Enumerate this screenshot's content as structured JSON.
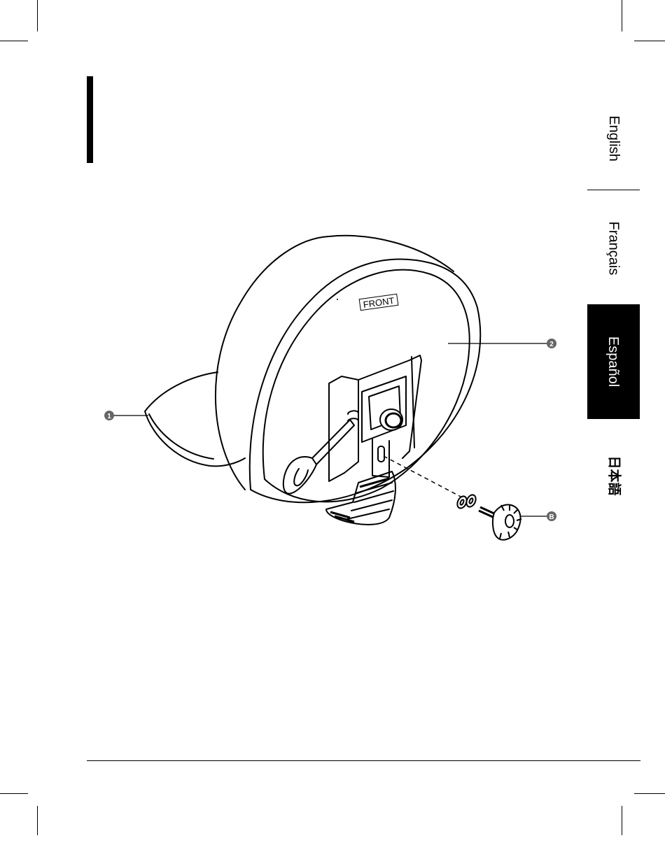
{
  "languages": {
    "english": "English",
    "francais": "Français",
    "espanol": "Español",
    "japanese": "日本語",
    "active": "espanol"
  },
  "figure": {
    "panel_label": "FRONT",
    "callouts": {
      "one": "1",
      "two": "2",
      "b": "B"
    }
  }
}
